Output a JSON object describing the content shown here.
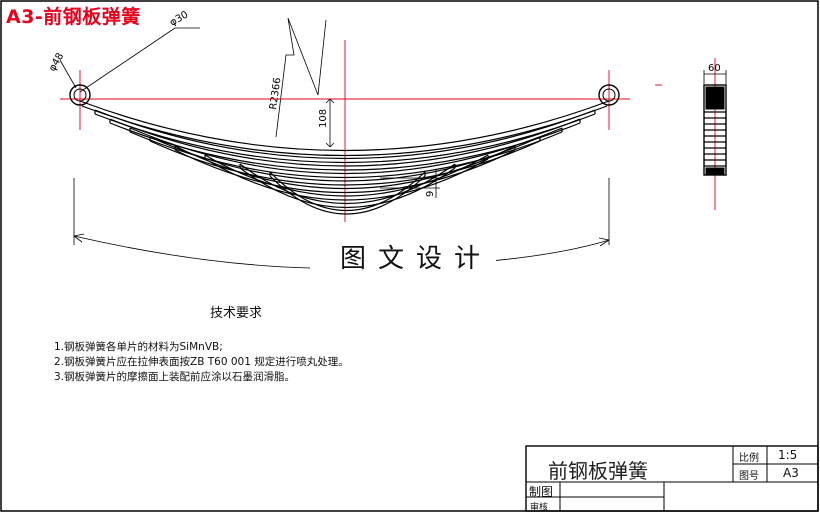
{
  "header": {
    "title": "A3-前钢板弹簧"
  },
  "dimensions": {
    "phi30": "φ30",
    "phi48": "φ48",
    "radius": "R2366",
    "arch": "108",
    "leaf": "9",
    "width": "60"
  },
  "watermark": "图文设计",
  "requirements": {
    "title": "技术要求",
    "items": [
      "1.钢板弹簧各单片的材料为SiMnVB;",
      "2.钢板弹簧片应在拉伸表面按ZB  T60  001  规定进行喷丸处理。",
      "3.钢板弹簧片的摩擦面上装配前应涂以石墨润滑脂。"
    ]
  },
  "title_block": {
    "name": "前钢板弹簧",
    "scale_label": "比例",
    "scale_value": "1:5",
    "drawing_no_label": "图号",
    "drawing_no_value": "A3",
    "drawn_label": "制图",
    "checked_label": "审核"
  },
  "colors": {
    "title": "#e8001c",
    "centerline": "#e8001c",
    "line": "#000000"
  }
}
